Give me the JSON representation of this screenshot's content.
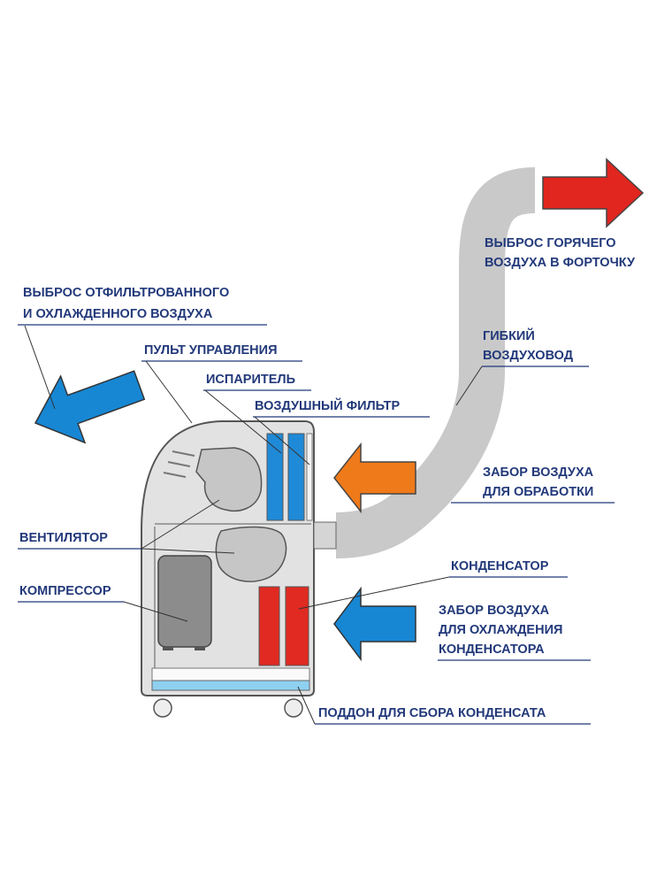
{
  "colors": {
    "label": "#22397a",
    "hot_air": "#e0261e",
    "cold_air": "#1787d4",
    "intake_air": "#ef7a1a",
    "duct": "#c9c9c9",
    "body": "#e2e2e2",
    "evaporator": "#1f8ad8",
    "condenser": "#e02a22",
    "tray": "#8fd0f0"
  },
  "labels": {
    "hot_exhaust": [
      "ВЫБРОС ГОРЯЧЕГО",
      "ВОЗДУХА В ФОРТОЧКУ"
    ],
    "cold_exhaust": [
      "ВЫБРОС ОТФИЛЬТРОВАННОГО",
      "И ОХЛАЖДЕННОГО ВОЗДУХА"
    ],
    "control_panel": "ПУЛЬТ УПРАВЛЕНИЯ",
    "evaporator": "ИСПАРИТЕЛЬ",
    "air_filter": "ВОЗДУШНЫЙ ФИЛЬТР",
    "flexible_duct": [
      "ГИБКИЙ",
      "ВОЗДУХОВОД"
    ],
    "intake_processing": [
      "ЗАБОР ВОЗДУХА",
      "ДЛЯ ОБРАБОТКИ"
    ],
    "fan": "ВЕНТИЛЯТОР",
    "compressor": "КОМПРЕССОР",
    "condenser": "КОНДЕНСАТОР",
    "intake_condenser": [
      "ЗАБОР ВОЗДУХА",
      "ДЛЯ ОХЛАЖДЕНИЯ",
      "КОНДЕНСАТОРА"
    ],
    "condensate_tray": "ПОДДОН ДЛЯ СБОРА КОНДЕНСАТА"
  }
}
